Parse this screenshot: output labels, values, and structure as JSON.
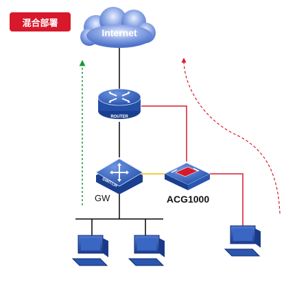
{
  "badge": {
    "text": "混合部署"
  },
  "nodes": {
    "internet": {
      "label": "Internet"
    },
    "router": {
      "label": "ROUTER"
    },
    "switch": {
      "label": "SWITCH"
    },
    "gateway": {
      "label": "GW"
    },
    "acg": {
      "label": "ACG1000"
    }
  },
  "icons": [
    "cloud-icon",
    "router-icon",
    "switch-icon",
    "firewall-icon",
    "computer-icon"
  ],
  "colors": {
    "badge": "#d7192b",
    "device_blue": "#2f5fb5",
    "link_red": "#d7192b",
    "link_yellow": "#f2b800",
    "link_black": "#000000",
    "arrow_green": "#1a9a3a",
    "arrow_red": "#d7192b"
  }
}
